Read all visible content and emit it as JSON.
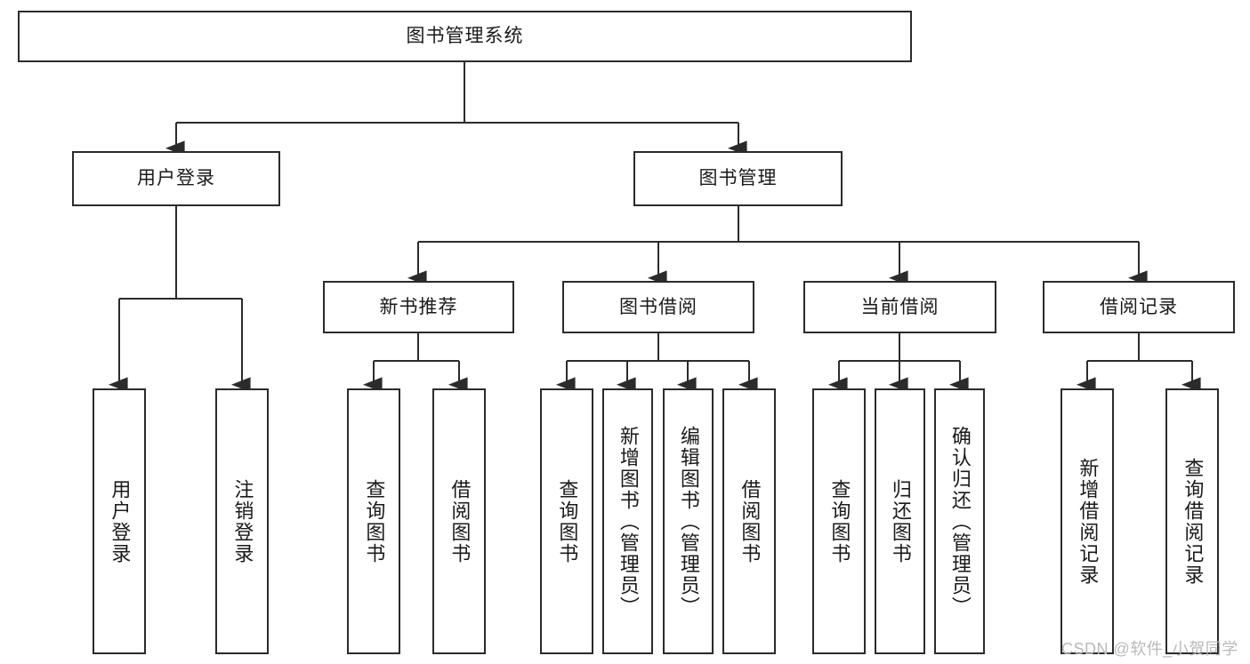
{
  "diagram": {
    "type": "tree-hierarchy",
    "title_node": {
      "id": "root",
      "label": "图书管理系统"
    },
    "level1": [
      {
        "id": "user-login",
        "label": "用户登录"
      },
      {
        "id": "book-manage",
        "label": "图书管理"
      }
    ],
    "level2": [
      {
        "id": "new-book-recommend",
        "label": "新书推荐",
        "parent": "book-manage"
      },
      {
        "id": "book-borrow",
        "label": "图书借阅",
        "parent": "book-manage"
      },
      {
        "id": "current-borrow",
        "label": "当前借阅",
        "parent": "book-manage"
      },
      {
        "id": "borrow-record",
        "label": "借阅记录",
        "parent": "book-manage"
      }
    ],
    "leaves": [
      {
        "id": "leaf-user-login",
        "label": "用户登录",
        "parent": "user-login"
      },
      {
        "id": "leaf-user-logout",
        "label": "注销登录",
        "parent": "user-login"
      },
      {
        "id": "leaf-query-book-1",
        "label": "查询图书",
        "parent": "new-book-recommend"
      },
      {
        "id": "leaf-borrow-book-1",
        "label": "借阅图书",
        "parent": "new-book-recommend"
      },
      {
        "id": "leaf-query-book-2",
        "label": "查询图书",
        "parent": "book-borrow"
      },
      {
        "id": "leaf-add-book",
        "label": "新增图书（管理员）",
        "parent": "book-borrow"
      },
      {
        "id": "leaf-edit-book",
        "label": "编辑图书（管理员）",
        "parent": "book-borrow"
      },
      {
        "id": "leaf-borrow-book-2",
        "label": "借阅图书",
        "parent": "book-borrow"
      },
      {
        "id": "leaf-query-book-3",
        "label": "查询图书",
        "parent": "current-borrow"
      },
      {
        "id": "leaf-return-book",
        "label": "归还图书",
        "parent": "current-borrow"
      },
      {
        "id": "leaf-confirm-return",
        "label": "确认归还（管理员）",
        "parent": "current-borrow"
      },
      {
        "id": "leaf-add-record",
        "label": "新增借阅记录",
        "parent": "borrow-record"
      },
      {
        "id": "leaf-query-record",
        "label": "查询借阅记录",
        "parent": "borrow-record"
      }
    ],
    "colors": {
      "stroke": "#2b2b2b",
      "fill": "#ffffff",
      "text": "#1a1a1a",
      "watermark": "#b9b9b9"
    }
  },
  "watermark": {
    "text": "CSDN @软件_小贺同学"
  }
}
